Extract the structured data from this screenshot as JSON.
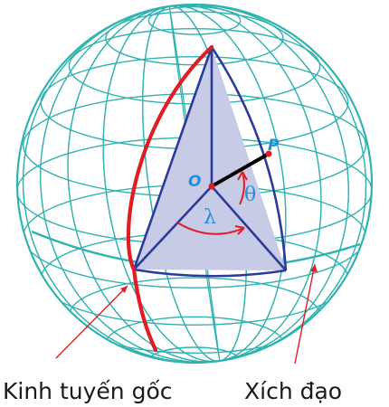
{
  "points": {
    "origin": "O",
    "point": "P"
  },
  "angles": {
    "latitude_symbol": "θ",
    "longitude_symbol": "λ"
  },
  "captions": {
    "prime_meridian": "Kinh tuyến gốc",
    "equator": "Xích đạo"
  },
  "colors": {
    "grid": "#2fb3b0",
    "prime_meridian": "#e01c24",
    "wedge_fill": "#c8cbe6",
    "wedge_edge": "#2b3a9b",
    "label_blue": "#1e8fe0",
    "annotation": "#e01c24"
  }
}
